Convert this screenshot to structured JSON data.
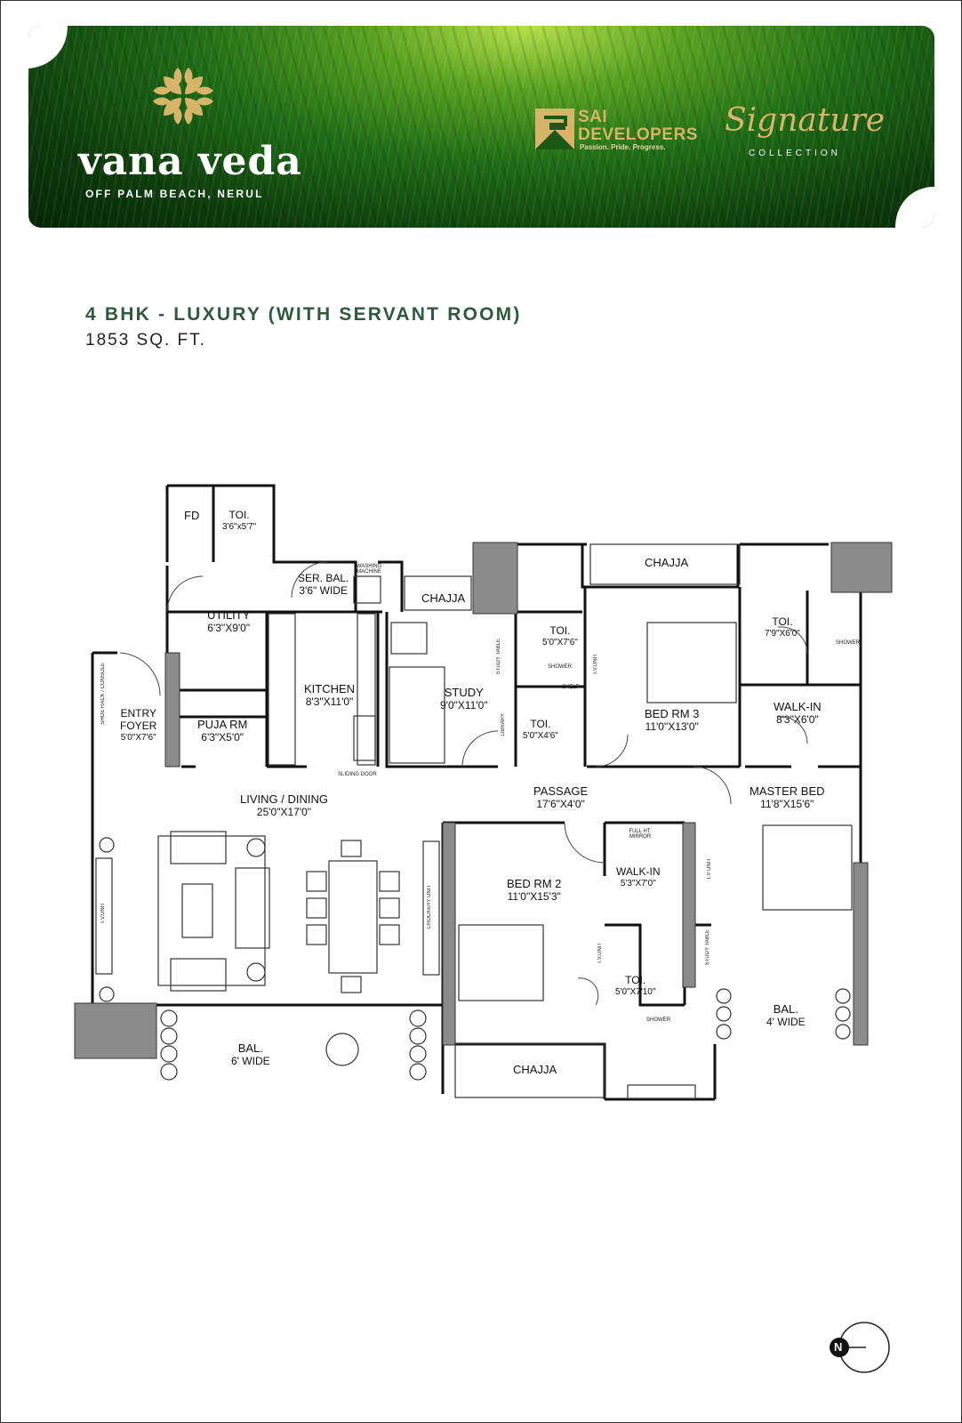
{
  "banner": {
    "brand_name": "vana veda",
    "brand_location": "OFF PALM BEACH, NERUL",
    "developer_line1": "SAI",
    "developer_line2": "DEVELOPERS",
    "developer_tagline": "Passion. Pride. Progress.",
    "collection_title": "Signature",
    "collection_subtitle": "COLLECTION",
    "colors": {
      "gold": "#d6b46a",
      "green_dark": "#0d3a0c",
      "green_light": "#b7e04a"
    }
  },
  "plan": {
    "title": "4 BHK - LUXURY (WITH SERVANT ROOM)",
    "area": "1853 SQ. FT.",
    "title_color": "#2e5b3d"
  },
  "rooms": {
    "fd": {
      "name": "FD"
    },
    "servant_toilet": {
      "name": "TOI.",
      "dims": "3'6\"x5'7\""
    },
    "ser_bal": {
      "name": "SER. BAL.",
      "dims": "3'6\" WIDE"
    },
    "utility": {
      "name": "UTILITY",
      "dims": "6'3\"X9'0\""
    },
    "kitchen": {
      "name": "KITCHEN",
      "dims": "8'3\"X11'0\""
    },
    "study": {
      "name": "STUDY",
      "dims": "9'0\"X11'0\""
    },
    "toilet_study_top": {
      "name": "TOI.",
      "dims": "5'0\"X7'6\""
    },
    "toilet_study_bottom": {
      "name": "TOI.",
      "dims": "5'0\"X4'6\""
    },
    "bed3": {
      "name": "BED RM 3",
      "dims": "11'0\"X13'0\""
    },
    "toilet_master": {
      "name": "TOI.",
      "dims": "7'9\"X6'0\""
    },
    "walkin_master": {
      "name": "WALK-IN",
      "dims": "8'3\"X6'0\""
    },
    "entry_foyer": {
      "name": "ENTRY",
      "name2": "FOYER",
      "dims": "5'0\"X7'6\""
    },
    "puja": {
      "name": "PUJA RM",
      "dims": "6'3\"X5'0\""
    },
    "living": {
      "name": "LIVING / DINING",
      "dims": "25'0\"X17'0\""
    },
    "passage": {
      "name": "PASSAGE",
      "dims": "17'6\"X4'0\""
    },
    "master_bed": {
      "name": "MASTER BED",
      "dims": "11'8\"X15'6\""
    },
    "bed2": {
      "name": "BED RM 2",
      "dims": "11'0\"X15'3\""
    },
    "walkin_bed2": {
      "name": "WALK-IN",
      "dims": "5'3\"X7'0\""
    },
    "toilet_bed2": {
      "name": "TOI.",
      "dims": "5'0\"X7'10\""
    },
    "bal_main": {
      "name": "BAL.",
      "dims": "6' WIDE"
    },
    "bal_master": {
      "name": "BAL.",
      "dims": "4' WIDE"
    },
    "chajja_top_left": {
      "name": "CHAJJA"
    },
    "chajja_top_right": {
      "name": "CHAJJA"
    },
    "chajja_bottom": {
      "name": "CHAJJA"
    }
  },
  "fixtures": {
    "washing_machine": "WASHING MACHINE",
    "sliding_door": "SLIDING DOOR",
    "shoe_rack": "SHOE RACK / CONSOLE",
    "study_table": "STUDY TABLE",
    "library": "LIBRARY",
    "shower": "SHOWER",
    "shelf": "SHELF",
    "tv_unit": "T.V.UNIT",
    "tv_unit_living": "T.V.UNIT",
    "crockery_unit": "CROCKERY UNIT",
    "full_ht_mirror": "FULL HT. MIRROR",
    "tv_unit_bed2": "T.V.UNIT",
    "study_table_master": "STUDY TABLE",
    "shower_master": "SHOWER",
    "shower_bed2": "SHOWER",
    "tv_unit_bed3": "T.V UNIT"
  },
  "compass": {
    "label": "N"
  }
}
